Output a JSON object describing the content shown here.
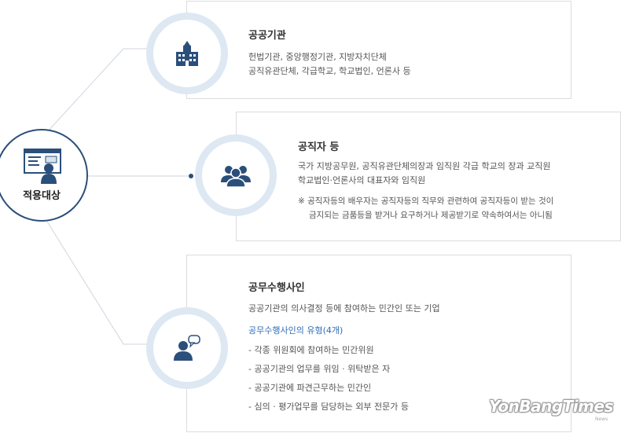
{
  "center": {
    "label": "적용대상"
  },
  "cards": [
    {
      "title": "공공기관",
      "lines": [
        "헌법기관, 중앙행정기관, 지방자치단체",
        "공직유관단체, 각급학교, 학교법인, 언론사 등"
      ]
    },
    {
      "title": "공직자 등",
      "lines": [
        "국가 지방공무원, 공직유관단체의장과 임직원 각급 학교의 장과 교직원",
        "학교법인·언론사의 대표자와 임직원"
      ],
      "note_lines": [
        "※ 공직자등의 배우자는 공직자등의 직무와 관련하여 공직자등이 받는 것이",
        "금지되는 금품등을 받거나 요구하거나 제공받기로 약속하여서는 아니됨"
      ]
    },
    {
      "title": "공무수행사인",
      "lines": [
        "공공기관의 의사결정 등에 참여하는 민간인 또는 기업"
      ],
      "subtitle": "공무수행사인의 유형(4개)",
      "items": [
        "- 각종 위원회에 참여하는 민간위원",
        "- 공공기관의 업무를 위임 · 위탁받은 자",
        "- 공공기관에 파견근무하는 민간인",
        "- 심의 · 평가업무를 담당하는 외부 전문가 등"
      ]
    }
  ],
  "icons": [
    "building-icon",
    "group-icon",
    "person-speech-icon",
    "presenter-board-icon"
  ],
  "colors": {
    "accent": "#2f6db5",
    "navy": "#2b4f7b",
    "ring": "#dde8f3",
    "border": "#dcdcdc"
  },
  "watermark": {
    "text": "YonBangTimes",
    "sub": "News"
  }
}
